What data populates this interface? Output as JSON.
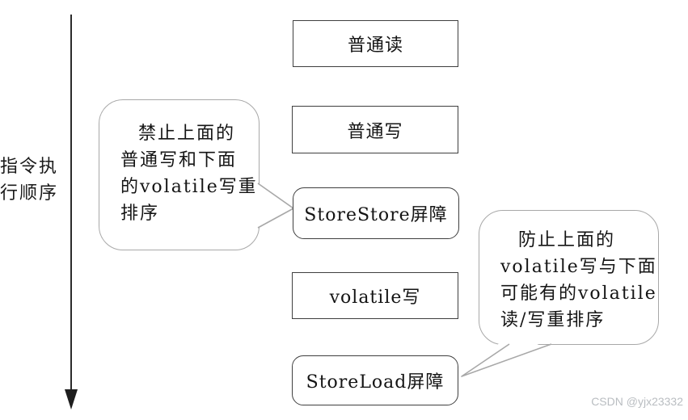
{
  "axis": {
    "label_line1": "指令执",
    "label_line2": "行顺序",
    "full_label": "指令执行顺序",
    "direction": "top-to-bottom"
  },
  "boxes": [
    {
      "label": "普通读",
      "shape": "rect"
    },
    {
      "label": "普通写",
      "shape": "rect"
    },
    {
      "label": "StoreStore屏障",
      "shape": "rounded"
    },
    {
      "label": "volatile写",
      "shape": "rect"
    },
    {
      "label": "StoreLoad屏障",
      "shape": "rounded"
    }
  ],
  "callouts": {
    "left": {
      "full_text": "禁止上面的普通写和下面的volatile写重排序",
      "lines": [
        "禁止上面的",
        "普通写和下面",
        "的volatile写重",
        "排序"
      ],
      "points_to": "StoreStore屏障"
    },
    "right": {
      "full_text": "防止上面的volatile写与下面可能有的volatile读/写重排序",
      "lines": [
        "防止上面的",
        "volatile写与下面",
        "可能有的volatile",
        "读/写重排序"
      ],
      "points_to": "StoreLoad屏障"
    }
  },
  "watermark": "CSDN @yjx23332",
  "colors": {
    "background": "#ffffff",
    "box_border": "#3f3f3f",
    "bubble_border": "#a8a8a8",
    "text": "#141414",
    "arrow": "#2b2b2b",
    "watermark": "#b9bdc1"
  }
}
